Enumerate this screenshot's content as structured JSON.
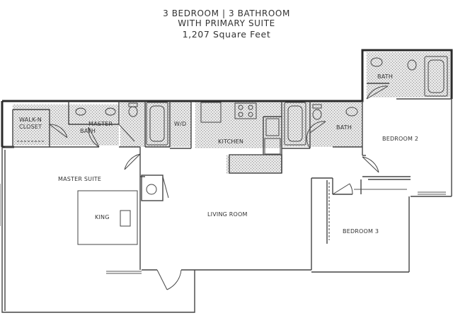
{
  "header": {
    "line1": "3 BEDROOM   |  3 BATHROOM",
    "line2": "WITH PRIMARY SUITE",
    "line3": "1,207 Square Feet"
  },
  "rooms": {
    "walk_in_closet": [
      "WALK-N",
      "CLOSET"
    ],
    "master_bath": [
      "MASTER",
      "BATH"
    ],
    "master_suite": "MASTER SUITE",
    "king": "KING",
    "kitchen": "KITCHEN",
    "wd": "W/D",
    "living_room": "LIVING ROOM",
    "bath_center": "BATH",
    "bath_top": "BATH",
    "bedroom2": "BEDROOM 2",
    "bedroom3": "BEDROOM 3"
  },
  "colors": {
    "wall": "#2b2b2b",
    "pattern": "#9a9a9a",
    "line": "#444444"
  }
}
